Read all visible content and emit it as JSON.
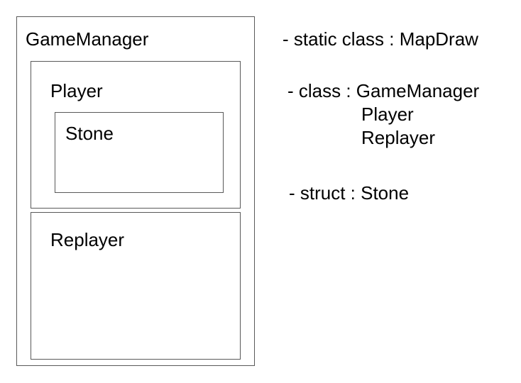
{
  "diagram": {
    "game_manager": "GameManager",
    "player": "Player",
    "stone": "Stone",
    "replayer": "Replayer"
  },
  "legend": {
    "static_class": "- static class : MapDraw",
    "class_prefix": "- class : GameManager",
    "class_items": [
      "Player",
      "Replayer"
    ],
    "struct": "- struct : Stone"
  },
  "colors": {
    "border": "#595959",
    "text": "#000000",
    "background": "#ffffff"
  }
}
